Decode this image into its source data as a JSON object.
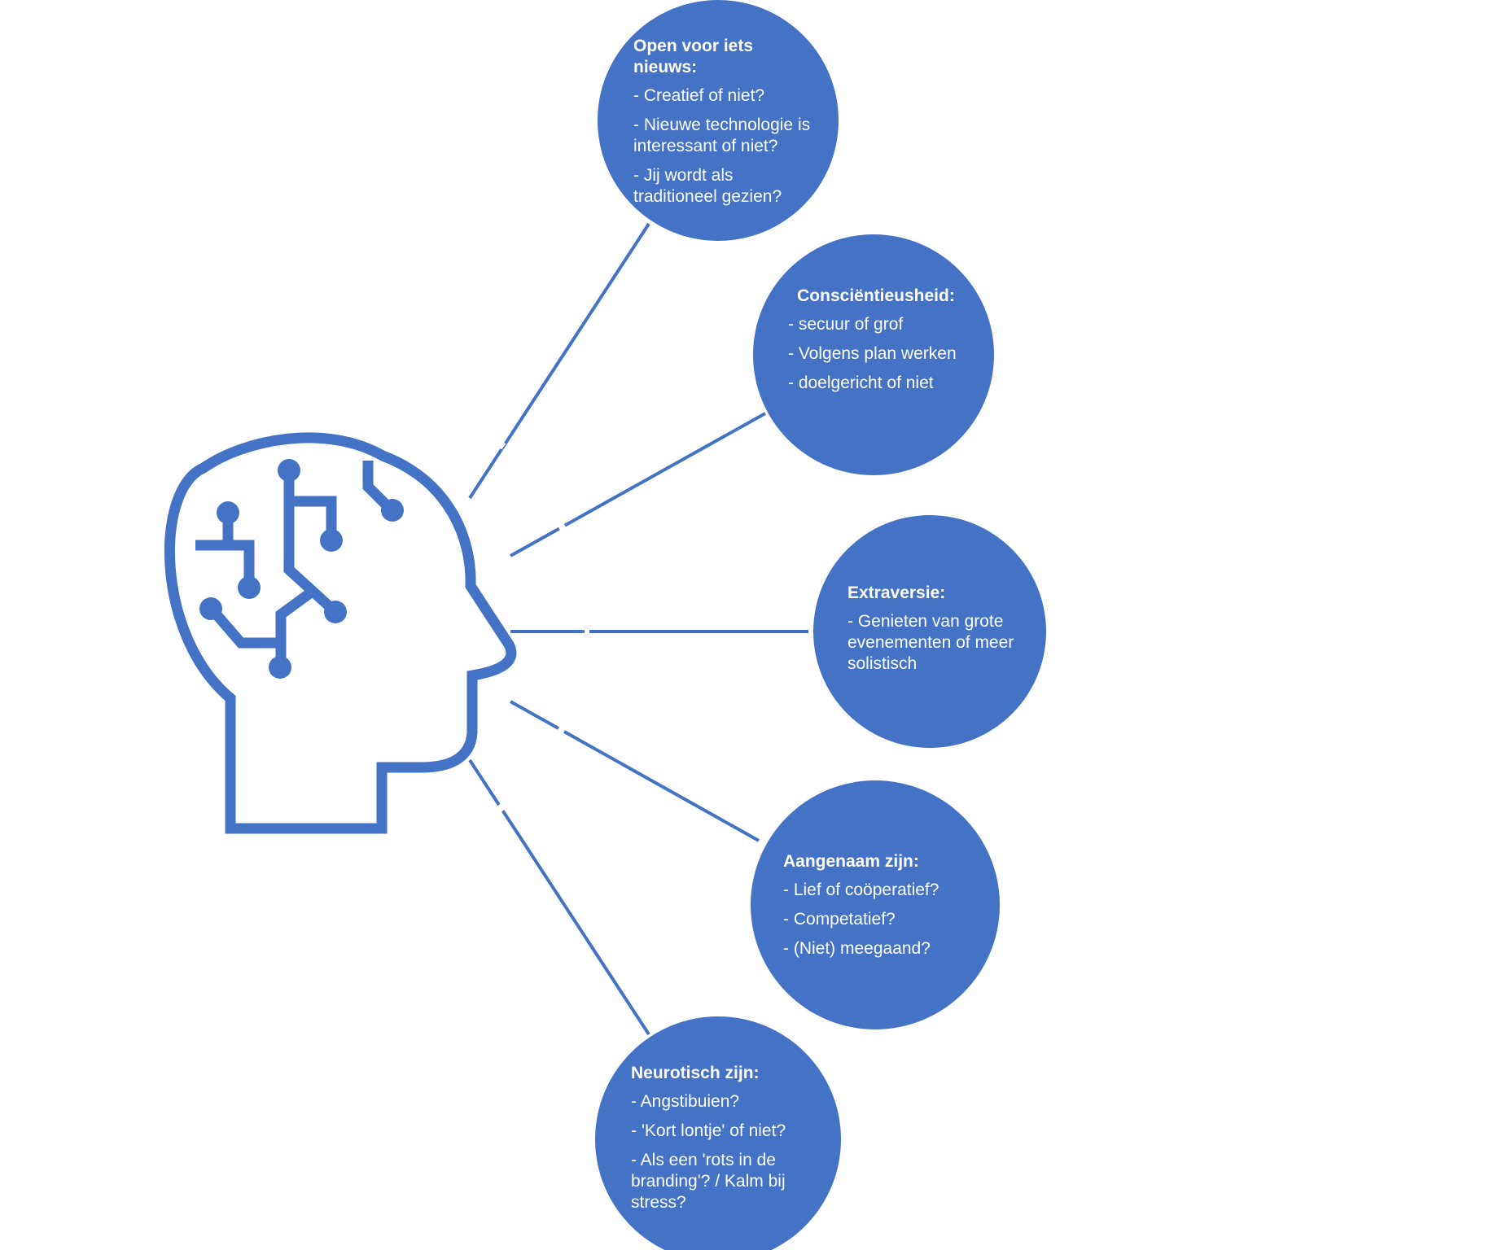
{
  "colors": {
    "accent": "#4472c4",
    "text_on_accent": "#ffffff",
    "background": "#ffffff"
  },
  "icon": "head-circuit-icon",
  "bubbles": [
    {
      "title": "Open voor iets nieuws:",
      "items": [
        "- Creatief of niet?",
        "- Nieuwe technologie is interessant of niet?",
        "- Jij wordt als traditioneel gezien?"
      ]
    },
    {
      "title": "Consciëntieusheid:",
      "items": [
        "- secuur of grof",
        "- Volgens plan werken",
        "- doelgericht of niet"
      ]
    },
    {
      "title": "Extraversie:",
      "items": [
        "- Genieten van grote evenementen  of meer solistisch"
      ]
    },
    {
      "title": "Aangenaam zijn:",
      "items": [
        "- Lief of coöperatief?",
        "- Competatief?",
        "- (Niet) meegaand?"
      ]
    },
    {
      "title": "Neurotisch zijn:",
      "items": [
        "- Angstibuien?",
        "- 'Kort lontje' of niet?",
        "- Als een 'rots in de branding'? / Kalm bij stress?"
      ]
    }
  ]
}
